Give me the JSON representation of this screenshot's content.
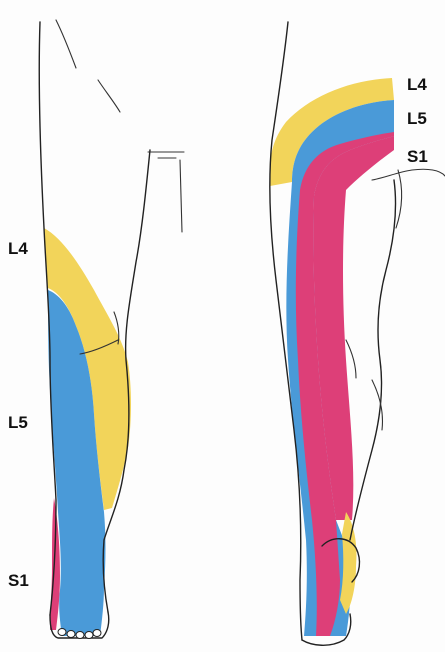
{
  "labels": {
    "front_l4": "L4",
    "front_l5": "L5",
    "front_s1": "S1",
    "back_l4": "L4",
    "back_l5": "L5",
    "back_s1": "S1"
  },
  "colors": {
    "l4": "#f2d45a",
    "l5": "#4a9ad8",
    "s1": "#dd3f78",
    "outline": "#222222",
    "background": "#fdfdfd"
  }
}
